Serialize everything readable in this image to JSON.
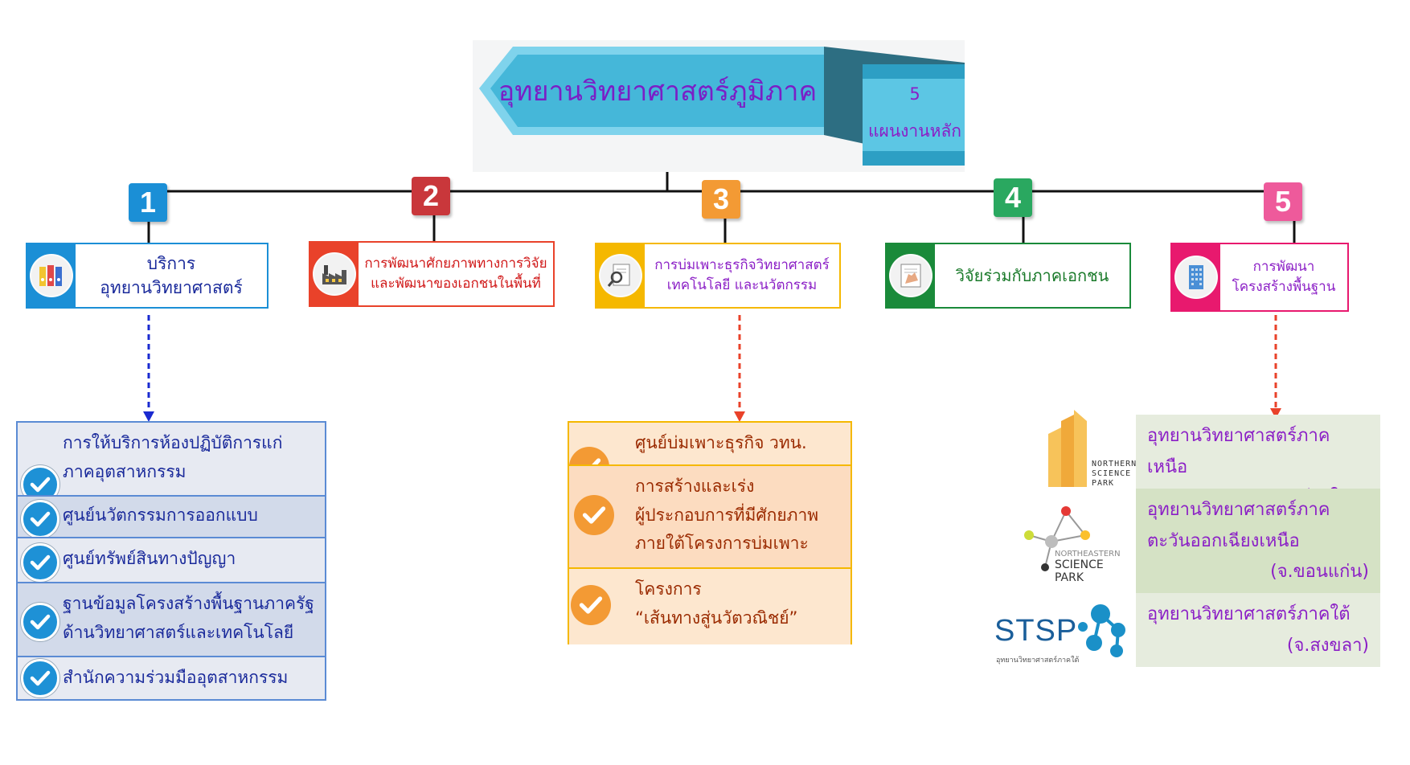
{
  "header": {
    "title": "อุทยานวิทยาศาสตร์ภูมิภาค",
    "count": "5",
    "count_label": "แผนงานหลัก"
  },
  "plans": [
    {
      "number": "1",
      "line1": "บริการ",
      "line2": "อุทยานวิทยาศาสตร์",
      "color": "#1b8fd6",
      "icon": "binders-icon"
    },
    {
      "number": "2",
      "line1": "การพัฒนาศักยภาพทางการวิจัย",
      "line2": "และพัฒนาของเอกชนในพื้นที่",
      "color": "#e9422a",
      "icon": "factory-icon"
    },
    {
      "number": "3",
      "line1": "การบ่มเพาะธุรกิจวิทยาศาสตร์",
      "line2": "เทคโนโลยี และนวัตกรรม",
      "color": "#f5b800",
      "icon": "magnifier-document-icon"
    },
    {
      "number": "4",
      "line1": "วิจัยร่วมกับภาคเอกชน",
      "line2": "",
      "color": "#1a8a3a",
      "icon": "handshake-document-icon"
    },
    {
      "number": "5",
      "line1": "การพัฒนา",
      "line2": "โครงสร้างพื้นฐาน",
      "color": "#e8196e",
      "icon": "building-icon"
    }
  ],
  "services": [
    {
      "line1": "การให้บริการห้องปฏิบัติการแก่",
      "line2": "ภาคอุตสาหกรรม"
    },
    {
      "line1": "ศูนย์นวัตกรรมการออกแบบ",
      "line2": ""
    },
    {
      "line1": "ศูนย์ทรัพย์สินทางปัญญา",
      "line2": ""
    },
    {
      "line1": "ฐานข้อมูลโครงสร้างพื้นฐานภาครัฐ",
      "line2": "ด้านวิทยาศาสตร์และเทคโนโลยี"
    },
    {
      "line1": "สำนักความร่วมมืออุตสาหกรรม",
      "line2": ""
    }
  ],
  "incubation": [
    {
      "line1": "ศูนย์บ่มเพาะธุรกิจ วทน.",
      "line2": "",
      "line3": ""
    },
    {
      "line1": "การสร้างและเร่ง",
      "line2": "ผู้ประกอบการที่มีศักยภาพ",
      "line3": "ภายใต้โครงการบ่มเพาะ"
    },
    {
      "line1": "โครงการ",
      "line2": "“เส้นทางสู่นวัตวณิชย์”",
      "line3": ""
    }
  ],
  "parks": [
    {
      "line1": "อุทยานวิทยาศาสตร์ภาคเหนือ",
      "line2": "",
      "province": "(จ.เชียงใหม่)",
      "logo_text": "NORTHERN SCIENCE PARK",
      "logo_lines": [
        "NORTHERN",
        "SCIENCE",
        "PARK"
      ]
    },
    {
      "line1": "อุทยานวิทยาศาสตร์ภาค",
      "line2": "ตะวันออกเฉียงเหนือ",
      "province": "(จ.ขอนแก่น)",
      "logo_lines": [
        "NORTHEASTERN",
        "SCIENCE PARK"
      ]
    },
    {
      "line1": "อุทยานวิทยาศาสตร์ภาคใต้",
      "line2": "",
      "province": "(จ.สงขลา)",
      "logo_lines": [
        "STSP",
        "อุทยานวิทยาศาสตร์ภาคใต้"
      ]
    }
  ]
}
